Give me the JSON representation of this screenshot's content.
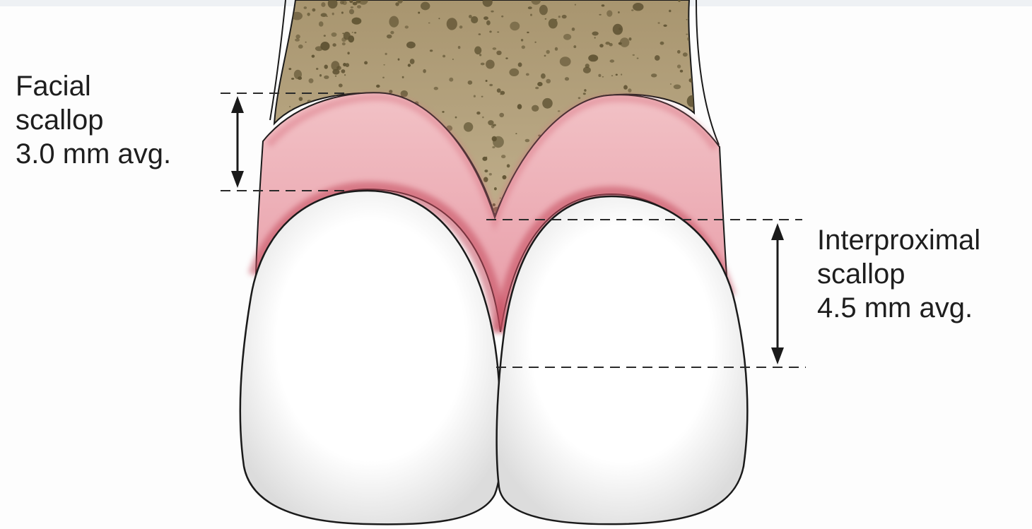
{
  "labels": {
    "facial": {
      "line1": "Facial",
      "line2": "scallop",
      "line3": "3.0 mm avg."
    },
    "interproximal": {
      "line1": "Interproximal",
      "line2": "scallop",
      "line3": "4.5 mm avg."
    }
  },
  "measurements": {
    "facial_scallop_mm": 3.0,
    "interproximal_scallop_mm": 4.5
  },
  "colors": {
    "bone": "#b3a27f",
    "bone_pores": "#5e5232",
    "gingiva": "#eba8b0",
    "gingiva_margin": "#c4485c",
    "tooth": "#ffffff",
    "outline": "#1a1a1a",
    "dashes": "#2a2a2a"
  }
}
